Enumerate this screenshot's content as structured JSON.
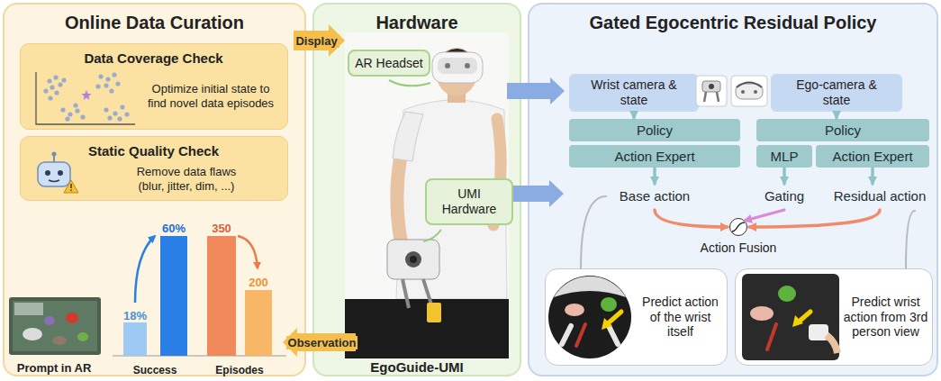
{
  "diagram": {
    "nodes": [
      {
        "text": [
          "Online Data Curation"
        ]
      },
      {
        "text": [
          "Data Coverage Check",
          "Optimize initial state to find novel data episodes"
        ],
        "in": 0
      },
      {
        "text": [
          "Static Quality Check",
          "Remove data flaws (blur, jitter, dim, ...)"
        ],
        "in": 0
      },
      {
        "text": [
          "Hardware"
        ]
      },
      {
        "text": [
          "AR Headset"
        ],
        "in": 3
      },
      {
        "text": [
          "UMI Hardware"
        ],
        "in": 3
      },
      {
        "text": [
          "Gated Egocentric Residual Policy"
        ]
      },
      {
        "text": [
          "Wrist camera & state"
        ],
        "in": 6
      },
      {
        "text": [
          "Ego-camera & state"
        ],
        "in": 6
      },
      {
        "text": [
          "Policy"
        ],
        "in": 6
      },
      {
        "text": [
          "Action Expert"
        ],
        "in": 6
      },
      {
        "text": [
          "Policy"
        ],
        "in": 6
      },
      {
        "text": [
          "MLP"
        ],
        "in": 6
      },
      {
        "text": [
          "Action Expert"
        ],
        "in": 6
      },
      {
        "text": [
          "Base action"
        ],
        "in": 6
      },
      {
        "text": [
          "Gating"
        ],
        "in": 6
      },
      {
        "text": [
          "Residual action"
        ],
        "in": 6
      },
      {
        "text": [
          "Action Fusion"
        ],
        "in": 6
      },
      {
        "text": [
          "Predict action of the wrist itself"
        ],
        "in": 6
      },
      {
        "text": [
          "Predict wrist action from 3rd person view"
        ],
        "in": 6
      }
    ],
    "edges": [
      {
        "from": 0,
        "to": 3,
        "arrow": "to",
        "label": "Display"
      },
      {
        "from": 3,
        "to": 0,
        "arrow": "to",
        "label": "Observation"
      },
      {
        "from": 3,
        "to": 7,
        "arrow": "to"
      },
      {
        "from": 3,
        "to": 6,
        "arrow": "to"
      },
      {
        "from": 7,
        "to": 9,
        "arrow": "to"
      },
      {
        "from": 8,
        "to": 11,
        "arrow": "to"
      },
      {
        "from": 10,
        "to": 14,
        "arrow": "to"
      },
      {
        "from": 12,
        "to": 15,
        "arrow": "to"
      },
      {
        "from": 13,
        "to": 16,
        "arrow": "to"
      },
      {
        "from": 14,
        "to": 17,
        "arrow": "to"
      },
      {
        "from": 15,
        "to": 17,
        "arrow": "to"
      },
      {
        "from": 16,
        "to": 17,
        "arrow": "to"
      },
      {
        "from": 14,
        "to": 18,
        "arrow": "none"
      },
      {
        "from": 16,
        "to": 19,
        "arrow": "none"
      }
    ],
    "labels": [
      "Prompt in AR",
      "18%",
      "60%",
      "Success",
      "350",
      "200",
      "Episodes",
      "EgoGuide-UMI"
    ]
  }
}
